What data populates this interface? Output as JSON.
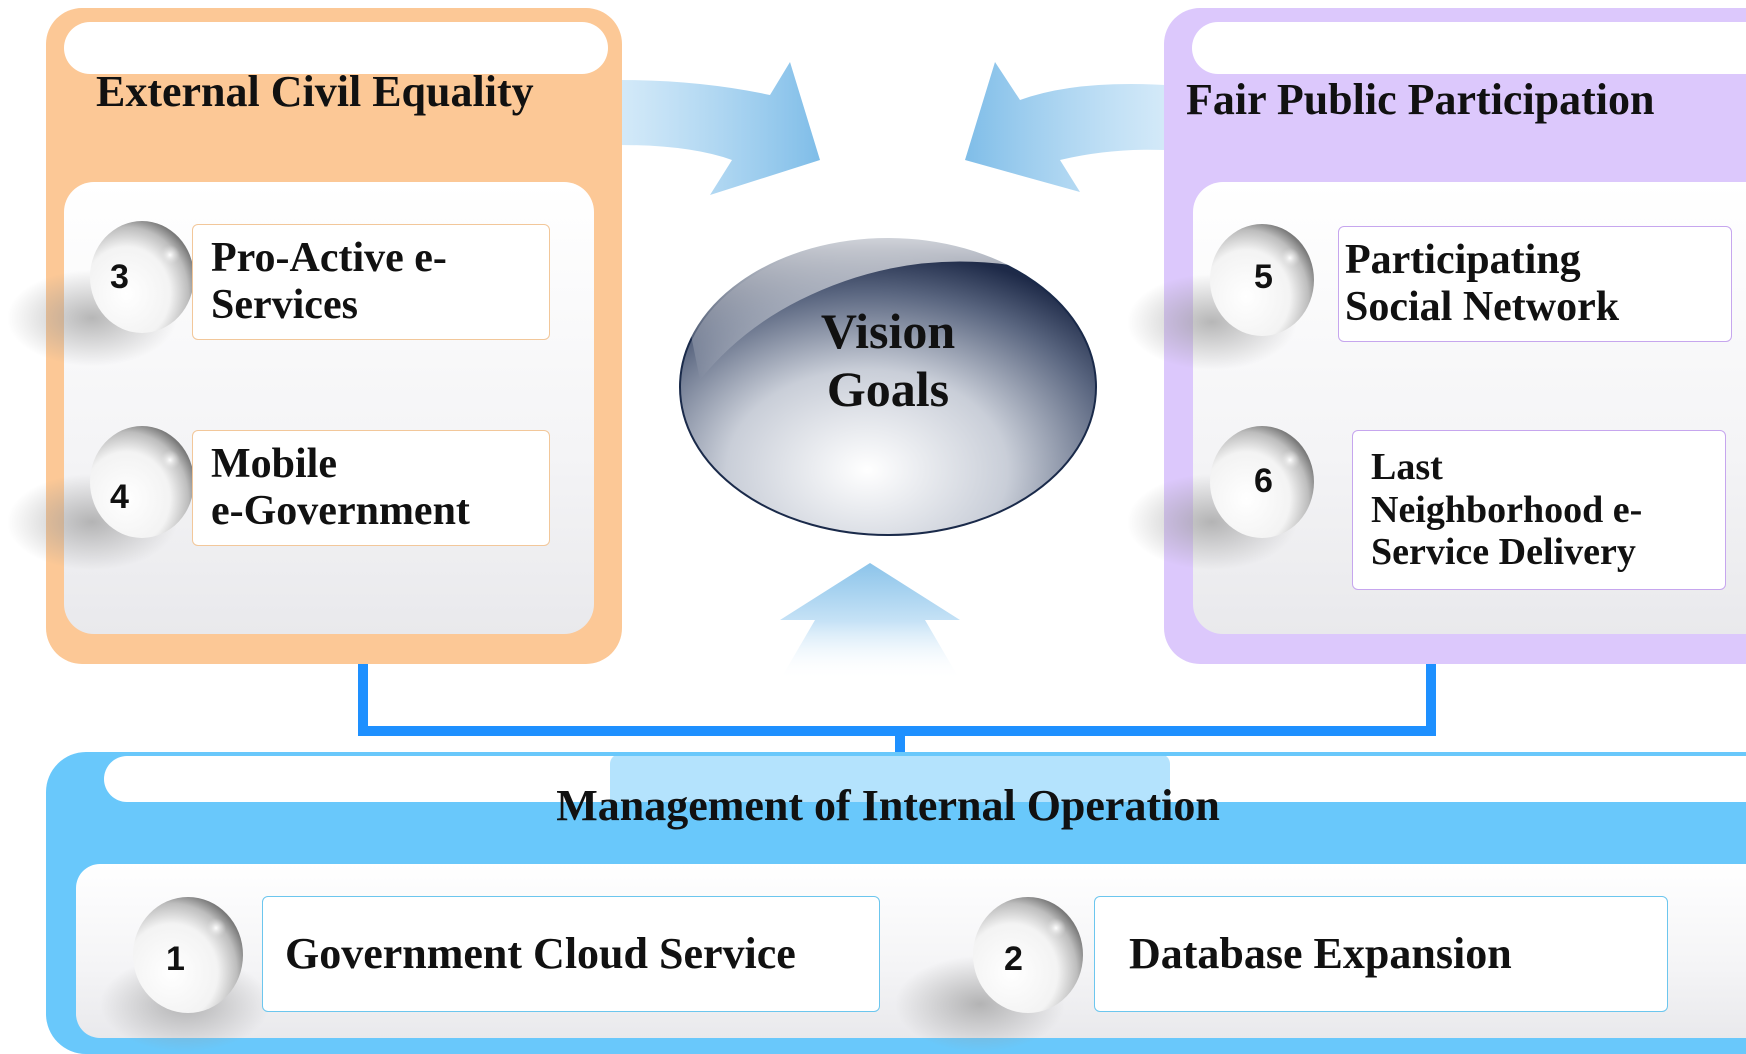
{
  "center": {
    "line1": "Vision",
    "line2": "Goals"
  },
  "left_panel": {
    "title": "External Civil Equality",
    "items": [
      {
        "number": "3",
        "line1": "Pro-Active e-",
        "line2": "Services"
      },
      {
        "number": "4",
        "line1": "Mobile",
        "line2": "e-Government"
      }
    ]
  },
  "right_panel": {
    "title": "Fair Public Participation",
    "items": [
      {
        "number": "5",
        "line1": "Participating",
        "line2": "Social Network"
      },
      {
        "number": "6",
        "line1": "Last",
        "line2": "Neighborhood e-",
        "line3": "Service Delivery"
      }
    ]
  },
  "bottom_panel": {
    "title": "Management of Internal Operation",
    "items": [
      {
        "number": "1",
        "label": "Government Cloud Service"
      },
      {
        "number": "2",
        "label": "Database Expansion"
      }
    ]
  },
  "colors": {
    "left_panel": "#fcc896",
    "right_panel": "#dcc8fc",
    "bottom_panel": "#69c8fb",
    "connector": "#1e90ff",
    "arrow": "#8cc8ec"
  }
}
